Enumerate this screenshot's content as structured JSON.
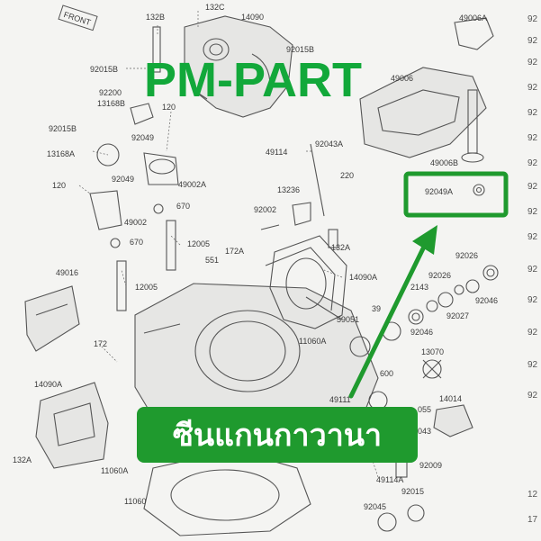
{
  "brand": {
    "title": "PM-PART",
    "title_color": "#12a83a"
  },
  "caption": {
    "text": "ซีนแกนกาวานา",
    "bg_color": "#1f9a2e",
    "text_color": "#ffffff"
  },
  "highlight": {
    "label": "92049A",
    "color": "#1f9a2e"
  },
  "front_stamp": "FRONT",
  "part_labels": [
    "132B",
    "132C",
    "14090",
    "92015B",
    "92015B",
    "92200",
    "13168B",
    "120",
    "92049",
    "92015B",
    "13168A",
    "92049",
    "49002A",
    "120",
    "670",
    "49002",
    "670",
    "49016",
    "12005",
    "12005",
    "551",
    "172A",
    "132A",
    "14090A",
    "11060A",
    "172",
    "14090A",
    "132A",
    "11060A",
    "11060",
    "49114",
    "92043A",
    "220",
    "13236",
    "92002",
    "49006A",
    "49006",
    "49006B",
    "92026",
    "92026",
    "92046",
    "92027",
    "92046",
    "2143",
    "39",
    "59051",
    "13070",
    "600",
    "49111",
    "055",
    "043",
    "14014",
    "92009",
    "49114A",
    "92015",
    "92045"
  ],
  "side_numbers": [
    "92",
    "92",
    "92",
    "92",
    "92",
    "92",
    "92",
    "92",
    "92",
    "92",
    "92",
    "92",
    "92",
    "92",
    "92",
    "12",
    "17"
  ]
}
